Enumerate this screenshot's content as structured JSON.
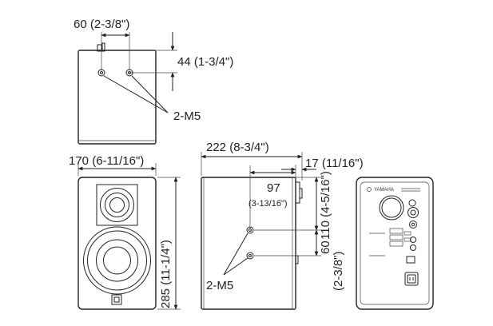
{
  "top_view": {
    "width_label": "60 (2-3/8\")",
    "depth_label": "44 (1-3/4\")",
    "hole_label": "2-M5"
  },
  "front_view": {
    "width_label": "170 (6-11/16\")",
    "height_label": "285 (11-1/4\")"
  },
  "side_view": {
    "depth_label": "222 (8-3/4\")",
    "protrusion_label": "17 (11/16\")",
    "offset_value": "97",
    "offset_fraction": "(3-13/16\")",
    "upper_height_label": "110 (4-5/16\")",
    "hole_spacing_value": "60",
    "hole_spacing_fraction": "(2-3/8\")",
    "hole_label": "2-M5"
  },
  "rear_view": {
    "brand": "YAMAHA"
  }
}
